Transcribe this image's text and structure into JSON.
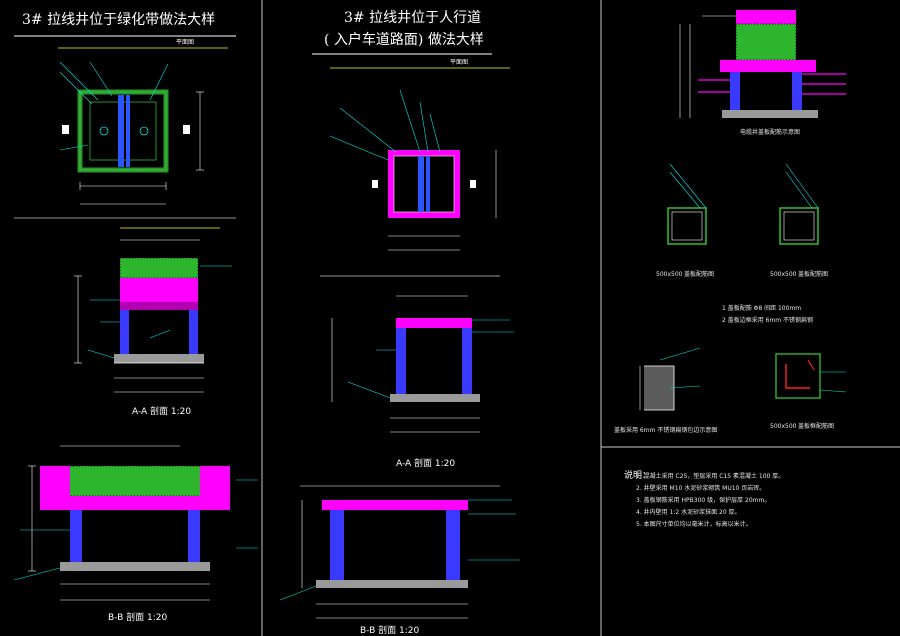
{
  "colors": {
    "background": "#000000",
    "title": "#ffffff",
    "frame": "#c8c8c8",
    "cover_slab": "#ff00ff",
    "soil": "#2db52d",
    "wall": "#3a3aff",
    "cable": "#2a55ff",
    "dimension": "#ffffff",
    "leader": "#00e5e5",
    "accent": "#ffff00",
    "rebar": "#ff2020",
    "base": "#9a9a9a"
  },
  "panel_left": {
    "title": "3# 拉线井位于绿化带做法大样",
    "plan_caption": "平面图",
    "section_aa_caption": "A-A  剖面  1:20",
    "section_bb_caption": "B-B  剖面  1:20"
  },
  "panel_mid": {
    "title_line1": "3# 拉线井位于人行道",
    "title_line2": "( 入户车道路面) 做法大样",
    "plan_caption": "平面图",
    "section_aa_caption": "A-A  剖面  1:20",
    "section_bb_caption": "B-B  剖面  1:20"
  },
  "panel_right": {
    "detail_top_caption": "电缆井盖板配筋示意图",
    "lid_left_size": "500x500",
    "lid_left_label": "盖板配筋图",
    "lid_right_size": "500x500",
    "lid_right_label": "盖板配筋图",
    "rebar_notes": [
      "1  盖板配筋  Φ8  间距  100mm",
      "2  盖板边框采用 6mm 不锈钢扁钢"
    ],
    "edge_detail_caption": "盖板采用 6mm 不锈钢扁钢包边示意图",
    "frame_size": "500x500",
    "frame_caption": "盖板框配筋图"
  },
  "notes": {
    "heading": "说明：",
    "items": [
      "1.  混凝土采用 C25，垫层采用 C15 素混凝土 100 厚。",
      "2.  井壁采用 M10 水泥砂浆砌筑 MU10 页岩砖。",
      "3.  盖板钢筋采用 HPB300 级，保护层厚 20mm。",
      "4.  井内壁用 1:2 水泥砂浆抹面 20 厚。",
      "5.  本图尺寸单位均以毫米计，标高以米计。"
    ]
  }
}
